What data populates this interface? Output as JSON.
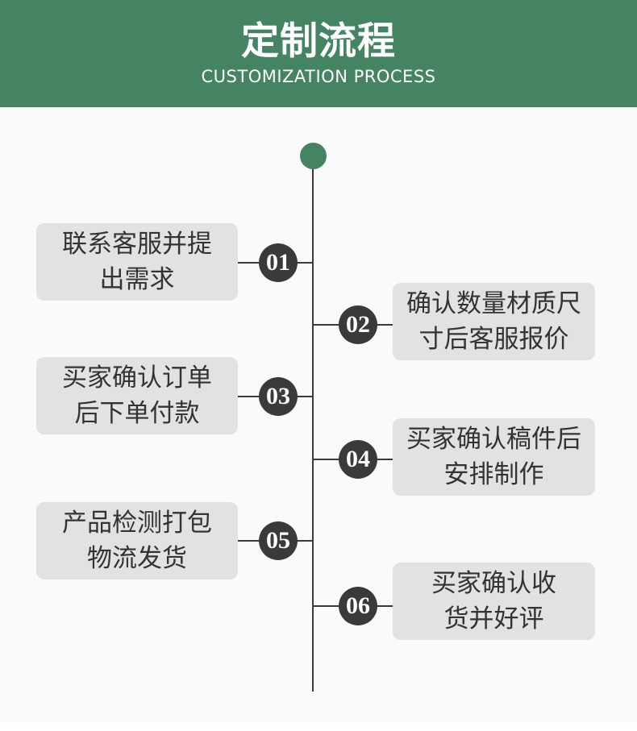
{
  "header": {
    "title": "定制流程",
    "subtitle": "CUSTOMIZATION PROCESS",
    "background_color": "#448462",
    "text_color": "#ffffff"
  },
  "timeline": {
    "start_dot_color": "#448462",
    "line_color": "#3a3a3a"
  },
  "steps": [
    {
      "num": "01",
      "side": "left",
      "lines": [
        "联系客服并提",
        "出需求"
      ]
    },
    {
      "num": "02",
      "side": "right",
      "lines": [
        "确认数量材质尺",
        "寸后客服报价"
      ]
    },
    {
      "num": "03",
      "side": "left",
      "lines": [
        "买家确认订单",
        "后下单付款"
      ]
    },
    {
      "num": "04",
      "side": "right",
      "lines": [
        "买家确认稿件后",
        "安排制作"
      ]
    },
    {
      "num": "05",
      "side": "left",
      "lines": [
        "产品检测打包",
        "物流发货"
      ]
    },
    {
      "num": "06",
      "side": "right",
      "lines": [
        "买家确认收",
        "货并好评"
      ]
    }
  ],
  "colors": {
    "page_background": "#fafafa",
    "box_background": "#e2e2e2",
    "badge_background": "#3a3a3a",
    "box_text": "#333333"
  }
}
